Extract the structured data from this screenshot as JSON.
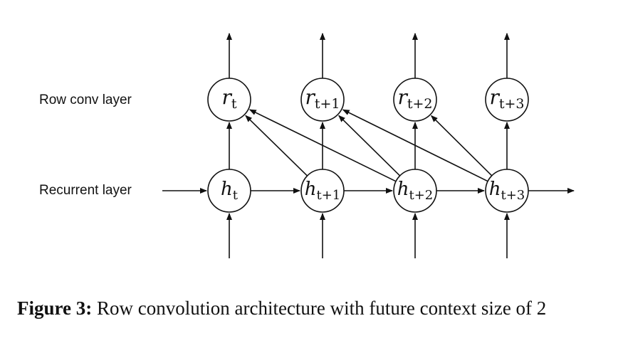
{
  "labels": {
    "row_conv_layer": "Row conv layer",
    "recurrent_layer": "Recurrent layer"
  },
  "row_conv_nodes": [
    {
      "base": "r",
      "sub": "t"
    },
    {
      "base": "r",
      "sub": "t+1"
    },
    {
      "base": "r",
      "sub": "t+2"
    },
    {
      "base": "r",
      "sub": "t+3"
    }
  ],
  "recurrent_nodes": [
    {
      "base": "h",
      "sub": "t"
    },
    {
      "base": "h",
      "sub": "t+1"
    },
    {
      "base": "h",
      "sub": "t+2"
    },
    {
      "base": "h",
      "sub": "t+3"
    }
  ],
  "caption": {
    "prefix": "Figure 3:",
    "text": " Row convolution architecture with future context size of 2"
  }
}
